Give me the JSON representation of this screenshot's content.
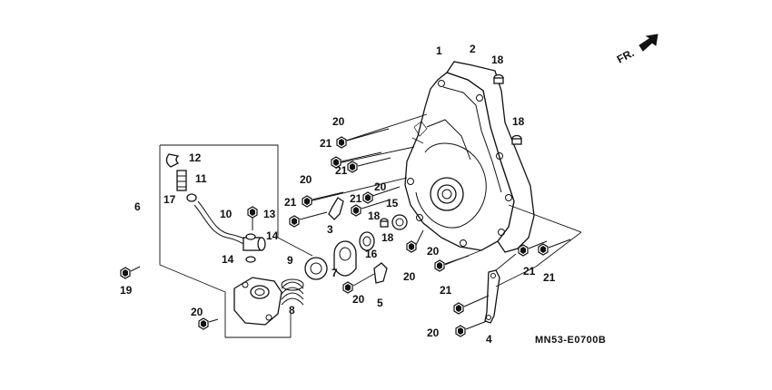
{
  "diagram": {
    "direction_arrow_label": "FR.",
    "drawing_code": "MN53-E0700B",
    "callouts": [
      {
        "id": "c1",
        "text": "1"
      },
      {
        "id": "c2",
        "text": "2"
      },
      {
        "id": "c3",
        "text": "3"
      },
      {
        "id": "c4",
        "text": "4"
      },
      {
        "id": "c5",
        "text": "5"
      },
      {
        "id": "c6",
        "text": "6"
      },
      {
        "id": "c7",
        "text": "7"
      },
      {
        "id": "c8",
        "text": "8"
      },
      {
        "id": "c9",
        "text": "9"
      },
      {
        "id": "c10",
        "text": "10"
      },
      {
        "id": "c11",
        "text": "11"
      },
      {
        "id": "c12",
        "text": "12"
      },
      {
        "id": "c13",
        "text": "13"
      },
      {
        "id": "c14a",
        "text": "14"
      },
      {
        "id": "c14b",
        "text": "14"
      },
      {
        "id": "c15",
        "text": "15"
      },
      {
        "id": "c16",
        "text": "16"
      },
      {
        "id": "c17",
        "text": "17"
      },
      {
        "id": "c18a",
        "text": "18"
      },
      {
        "id": "c18b",
        "text": "18"
      },
      {
        "id": "c18c",
        "text": "18"
      },
      {
        "id": "c18d",
        "text": "18"
      },
      {
        "id": "c19",
        "text": "19"
      },
      {
        "id": "c20a",
        "text": "20"
      },
      {
        "id": "c20b",
        "text": "20"
      },
      {
        "id": "c20c",
        "text": "20"
      },
      {
        "id": "c20d",
        "text": "20"
      },
      {
        "id": "c20e",
        "text": "20"
      },
      {
        "id": "c20f",
        "text": "20"
      },
      {
        "id": "c20g",
        "text": "20"
      },
      {
        "id": "c20h",
        "text": "20"
      },
      {
        "id": "c21a",
        "text": "21"
      },
      {
        "id": "c21b",
        "text": "21"
      },
      {
        "id": "c21c",
        "text": "21"
      },
      {
        "id": "c21d",
        "text": "21"
      },
      {
        "id": "c21e",
        "text": "21"
      },
      {
        "id": "c21f",
        "text": "21"
      },
      {
        "id": "c21g",
        "text": "21"
      }
    ]
  }
}
